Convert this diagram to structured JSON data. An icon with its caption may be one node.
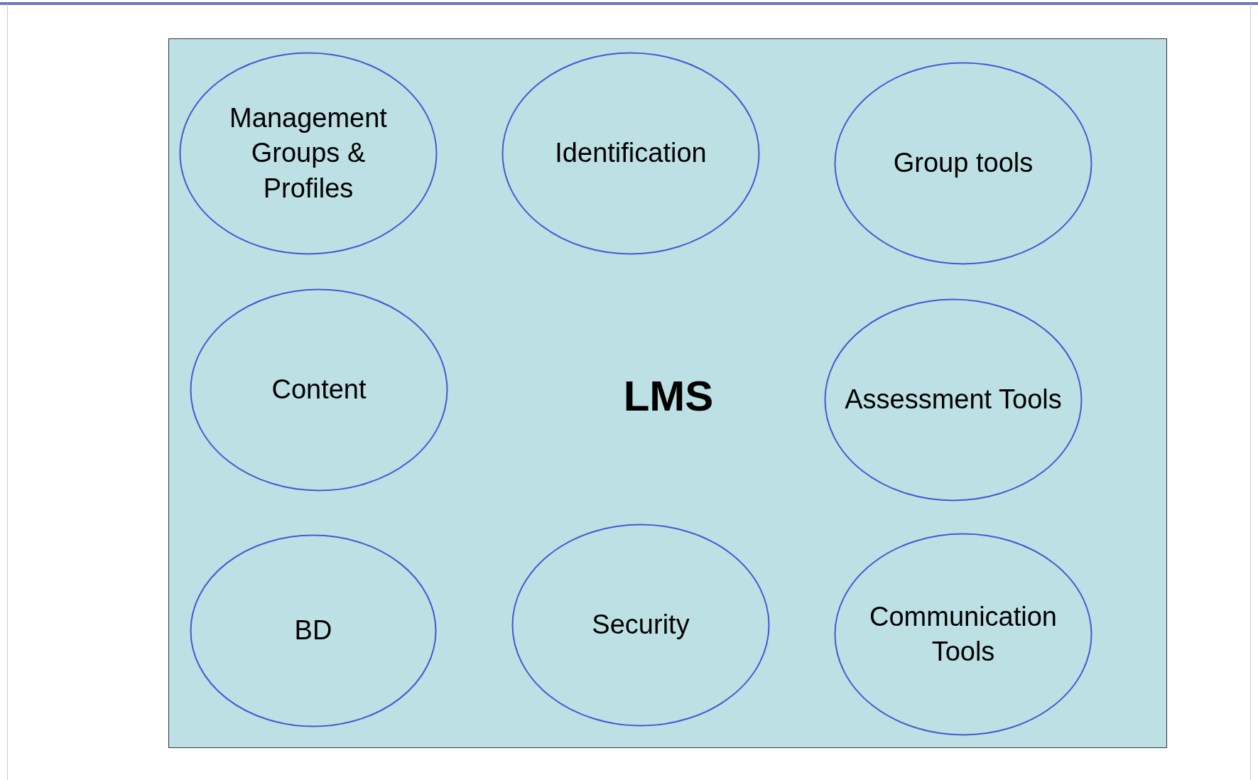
{
  "diagram": {
    "nodes": [
      {
        "text": [
          "LMS"
        ]
      },
      {
        "text": [
          "Management Groups & Profiles"
        ],
        "in": 0
      },
      {
        "text": [
          "Identification"
        ],
        "in": 0
      },
      {
        "text": [
          "Group tools"
        ],
        "in": 0
      },
      {
        "text": [
          "Content"
        ],
        "in": 0
      },
      {
        "text": [
          "Assessment Tools"
        ],
        "in": 0
      },
      {
        "text": [
          "BD"
        ],
        "in": 0
      },
      {
        "text": [
          "Security"
        ],
        "in": 0
      },
      {
        "text": [
          "Communication Tools"
        ],
        "in": 0
      }
    ]
  }
}
